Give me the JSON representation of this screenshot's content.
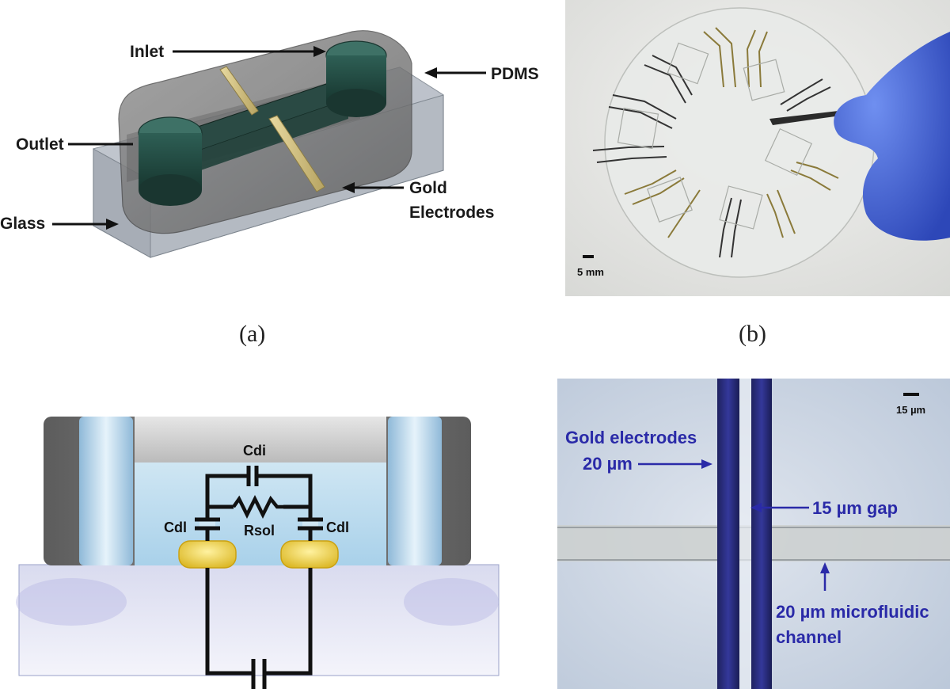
{
  "panel_a": {
    "labels": {
      "inlet": "Inlet",
      "pdms": "PDMS",
      "outlet": "Outlet",
      "gold_line1": "Gold",
      "gold_line2": "Electrodes",
      "glass": "Glass"
    },
    "sublabel": "(a)"
  },
  "panel_b": {
    "scale": "5 mm",
    "sublabel": "(b)"
  },
  "panel_c": {
    "labels": {
      "cdi": "Cdi",
      "cdl_left": "Cdl",
      "rsol": "Rsol",
      "cdl_right": "Cdl"
    }
  },
  "panel_d": {
    "scale": "15 µm",
    "gold_line1": "Gold electrodes",
    "gold_line2": "20 µm",
    "gap": "15 µm gap",
    "channel_line1": "20 µm microfluidic",
    "channel_line2": "channel",
    "colors": {
      "annotation": "#2a2aa8"
    }
  }
}
